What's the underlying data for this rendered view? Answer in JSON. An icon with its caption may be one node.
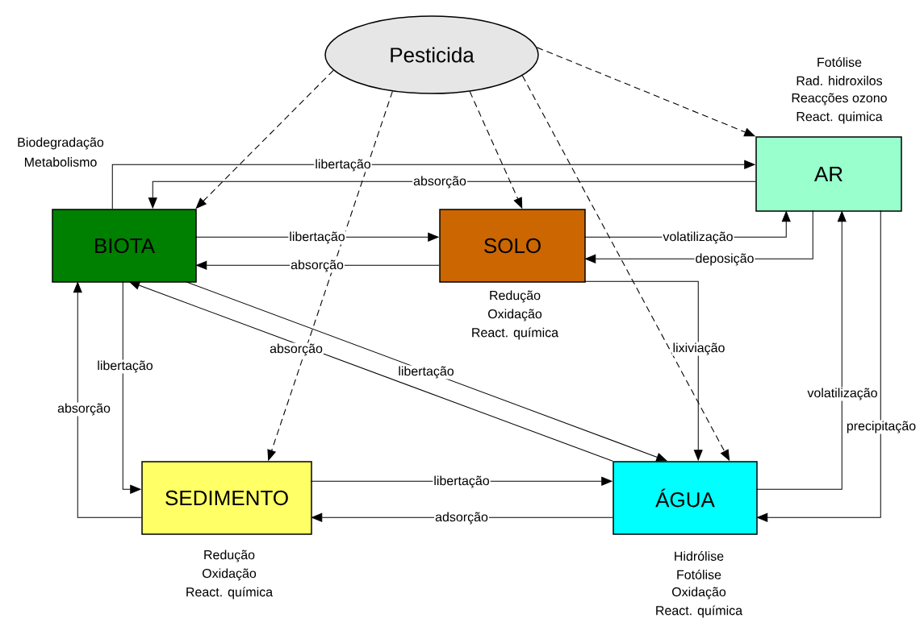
{
  "diagram": {
    "nodes": [
      {
        "text": [
          "Pesticida"
        ]
      },
      {
        "text": [
          "AR"
        ],
        "beside": [
          "Fotólise",
          "Rad. hidroxilos",
          "Reacções ozono",
          "React. quimica"
        ]
      },
      {
        "text": [
          "BIOTA"
        ],
        "beside": [
          "Biodegradação",
          "Metabolismo"
        ]
      },
      {
        "text": [
          "SOLO"
        ],
        "beside": [
          "Redução",
          "Oxidação",
          "React. química"
        ]
      },
      {
        "text": [
          "SEDIMENTO"
        ],
        "beside": [
          "Redução",
          "Oxidação",
          "React. química"
        ]
      },
      {
        "text": [
          "ÁGUA"
        ],
        "beside": [
          "Hidrólise",
          "Fotólise",
          "Oxidação",
          "React. química"
        ]
      }
    ],
    "edges": [
      {
        "from": 0,
        "to": 1,
        "arrow": "to",
        "style": "dashed"
      },
      {
        "from": 0,
        "to": 2,
        "arrow": "to",
        "style": "dashed"
      },
      {
        "from": 0,
        "to": 3,
        "arrow": "to",
        "style": "dashed"
      },
      {
        "from": 0,
        "to": 4,
        "arrow": "to",
        "style": "dashed"
      },
      {
        "from": 0,
        "to": 5,
        "arrow": "to",
        "style": "dashed"
      },
      {
        "from": 2,
        "to": 1,
        "arrow": "to",
        "label": "libertação"
      },
      {
        "from": 1,
        "to": 2,
        "arrow": "to",
        "label": "absorção"
      },
      {
        "from": 2,
        "to": 3,
        "arrow": "to",
        "label": "libertação"
      },
      {
        "from": 3,
        "to": 2,
        "arrow": "to",
        "label": "absorção"
      },
      {
        "from": 3,
        "to": 1,
        "arrow": "to",
        "label": "volatilização"
      },
      {
        "from": 1,
        "to": 3,
        "arrow": "to",
        "label": "deposição"
      },
      {
        "from": 3,
        "to": 5,
        "arrow": "to",
        "label": "lixiviação"
      },
      {
        "from": 5,
        "to": 2,
        "arrow": "to",
        "label": "absorção"
      },
      {
        "from": 2,
        "to": 5,
        "arrow": "to",
        "label": "libertação"
      },
      {
        "from": 2,
        "to": 4,
        "arrow": "to",
        "label": "libertação"
      },
      {
        "from": 4,
        "to": 2,
        "arrow": "to",
        "label": "absorção"
      },
      {
        "from": 4,
        "to": 5,
        "arrow": "to",
        "label": "libertação"
      },
      {
        "from": 5,
        "to": 4,
        "arrow": "to",
        "label": "adsorção"
      },
      {
        "from": 5,
        "to": 1,
        "arrow": "to",
        "label": "volatilização"
      },
      {
        "from": 1,
        "to": 5,
        "arrow": "to",
        "label": "precipitação"
      }
    ]
  }
}
